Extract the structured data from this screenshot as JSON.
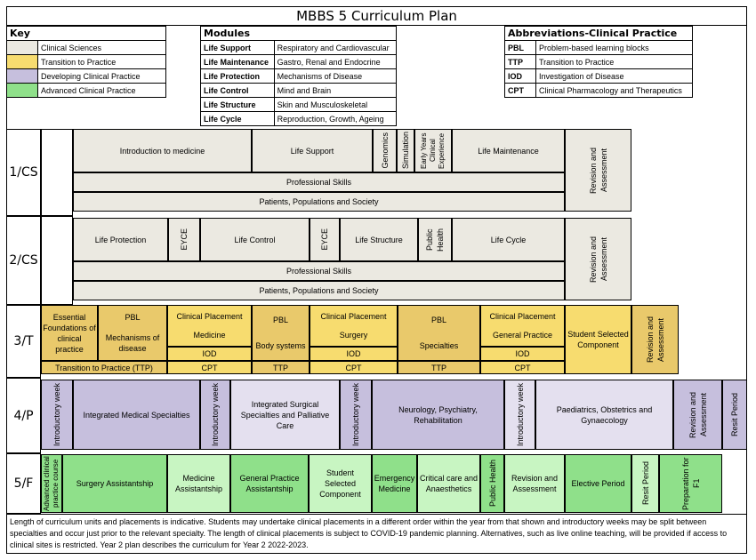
{
  "title": "MBBS 5 Curriculum Plan",
  "key": {
    "heading": "Key",
    "items": [
      {
        "label": "Clinical Sciences",
        "color": "#ebe9e1"
      },
      {
        "label": "Transition to Practice",
        "color": "#f7dc6f"
      },
      {
        "label": "Developing Clinical Practice",
        "color": "#c6bfdd"
      },
      {
        "label": "Advanced Clinical Practice",
        "color": "#8fe08a"
      }
    ]
  },
  "modules": {
    "heading": "Modules",
    "rows": [
      {
        "name": "Life Support",
        "desc": "Respiratory and Cardiovascular"
      },
      {
        "name": "Life Maintenance",
        "desc": "Gastro, Renal and Endocrine"
      },
      {
        "name": "Life Protection",
        "desc": "Mechanisms of Disease"
      },
      {
        "name": "Life Control",
        "desc": "Mind and Brain"
      },
      {
        "name": "Life Structure",
        "desc": "Skin and Musculoskeletal"
      },
      {
        "name": "Life Cycle",
        "desc": "Reproduction, Growth, Ageing"
      }
    ]
  },
  "abbreviations": {
    "heading": "Abbreviations-Clinical Practice",
    "rows": [
      {
        "abbr": "PBL",
        "desc": "Problem-based learning blocks"
      },
      {
        "abbr": "TTP",
        "desc": "Transition to Practice"
      },
      {
        "abbr": "IOD",
        "desc": "Investigation of Disease"
      },
      {
        "abbr": "CPT",
        "desc": "Clinical Pharmacology and Therapeutics"
      }
    ]
  },
  "years": {
    "y1": {
      "label": "1/CS",
      "intro": "Introduction to medicine",
      "life_support": "Life Support",
      "genomics": "Genomics",
      "simulation": "Simulation",
      "early_years": "Early Years Clinical Experience",
      "life_maintenance": "Life Maintenance",
      "professional_skills": "Professional Skills",
      "patients": "Patients, Populations and Society",
      "revision": "Revision and Assessment"
    },
    "y2": {
      "label": "2/CS",
      "life_protection": "Life Protection",
      "eyce1": "EYCE",
      "life_control": "Life Control",
      "eyce2": "EYCE",
      "life_structure": "Life Structure",
      "public_health": "Public Health",
      "life_cycle": "Life Cycle",
      "professional_skills": "Professional Skills",
      "patients": "Patients, Populations and Society",
      "revision": "Revision and Assessment"
    },
    "y3": {
      "label": "3/T",
      "essential": "Essential Foundations of clinical practice",
      "ttp_bar": "Transition to Practice (TTP)",
      "pbl1_title": "PBL",
      "pbl1_sub": "Mechanisms of disease",
      "cp_med_title": "Clinical Placement",
      "cp_med_sub": "Medicine",
      "iod1": "IOD",
      "cpt1": "CPT",
      "pbl2_title": "PBL",
      "pbl2_sub": "Body systems",
      "ttp1": "TTP",
      "cp_surg_title": "Clinical Placement",
      "cp_surg_sub": "Surgery",
      "iod2": "IOD",
      "cpt2": "CPT",
      "pbl3_title": "PBL",
      "pbl3_sub": "Specialties",
      "ttp2": "TTP",
      "cp_gp_title": "Clinical Placement",
      "cp_gp_sub": "General Practice",
      "iod3": "IOD",
      "cpt3": "CPT",
      "ssc": "Student Selected Component",
      "revision": "Revision and Assessment"
    },
    "y4": {
      "label": "4/P",
      "intro1": "Introductory week",
      "ims": "Integrated Medical Specialties",
      "intro2": "Introductory week",
      "isspc": "Integrated Surgical Specialties and Palliative Care",
      "intro3": "Introductory week",
      "npr": "Neurology, Psychiatry, Rehabilitation",
      "intro4": "Introductory week",
      "pog": "Paediatrics, Obstetrics and Gynaecology",
      "revision": "Revision and Assessment",
      "resit": "Resit Period"
    },
    "y5": {
      "label": "5/F",
      "acp": "Advanced clinical practice course",
      "surgery": "Surgery Assistantship",
      "medicine": "Medicine Assistantship",
      "gp": "General Practice Assistantship",
      "ssc": "Student Selected Component",
      "emergency": "Emergency Medicine",
      "critical": "Critical care and Anaesthetics",
      "public_health": "Public Health",
      "revision": "Revision and Assessment",
      "elective": "Elective Period",
      "resit": "Resit Period",
      "f1": "Preparation for F1"
    }
  },
  "footnote": "Length of curriculum units and placements is indicative. Students may undertake clinical placements in a different order within the year from that shown and introductory weeks may be split between specialties and occur just prior to the relevant specialty. The length of clinical placements is subject to COVID-19 pandemic planning. Alternatives, such as live online teaching, will be provided if access to clinical sites is restricted. Year 2 plan describes the curriculum for Year 2 2022-2023."
}
